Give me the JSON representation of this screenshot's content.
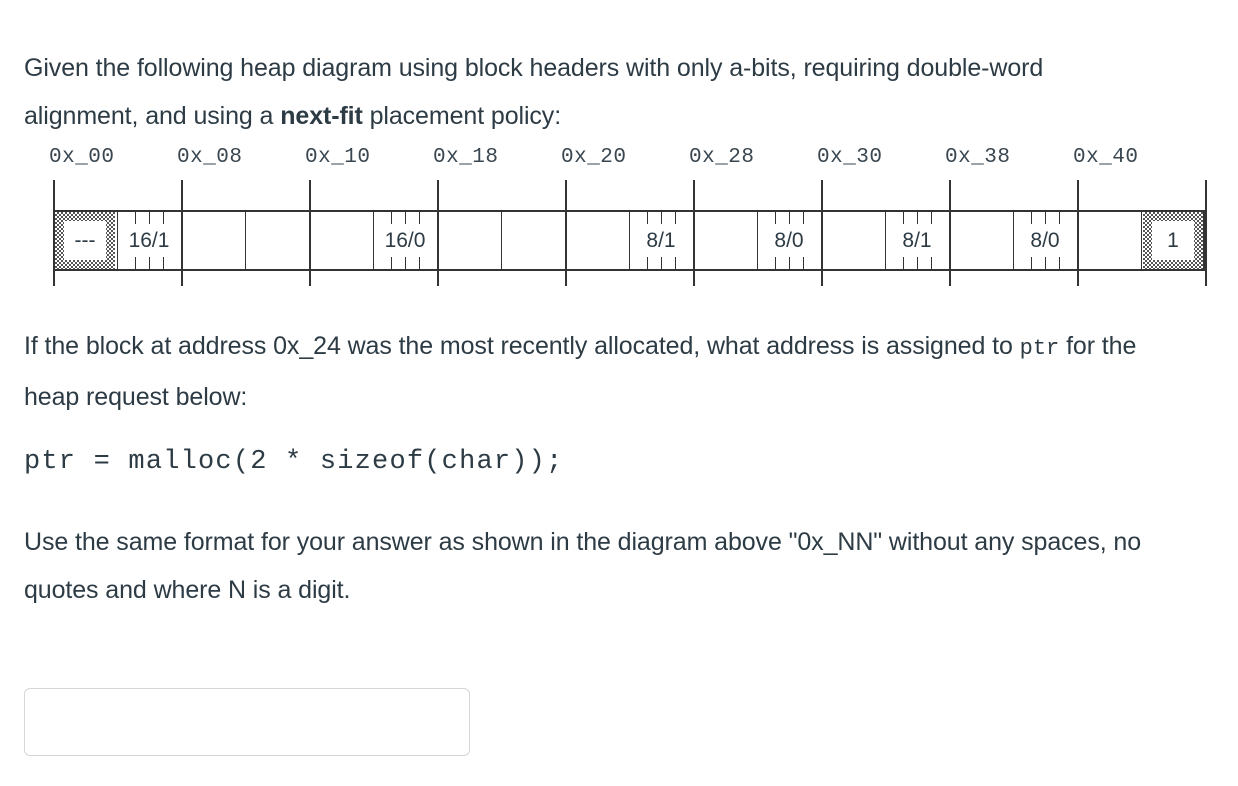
{
  "intro": {
    "line1_a": "Given the following heap diagram using block headers with only a-bits, requiring double-word alignment, and using a ",
    "bold": "next-fit",
    "line1_b": " placement policy:"
  },
  "diagram": {
    "address_labels": [
      "0x_00",
      "0x_08",
      "0x_10",
      "0x_18",
      "0x_20",
      "0x_28",
      "0x_30",
      "0x_38",
      "0x_40"
    ],
    "start_marker": "---",
    "end_marker": "1",
    "blocks": [
      {
        "label": "16/1",
        "size_bytes": 16,
        "alloc": 1
      },
      {
        "label": "16/0",
        "size_bytes": 16,
        "alloc": 0
      },
      {
        "label": "8/1",
        "size_bytes": 8,
        "alloc": 1
      },
      {
        "label": "8/0",
        "size_bytes": 8,
        "alloc": 0
      },
      {
        "label": "8/1",
        "size_bytes": 8,
        "alloc": 1
      },
      {
        "label": "8/0",
        "size_bytes": 8,
        "alloc": 0
      }
    ]
  },
  "question": {
    "part1": "If the block at address 0x_24 was the most recently allocated, what address is assigned to ",
    "mono": "ptr",
    "part2": " for the heap request below:"
  },
  "code": "ptr = malloc(2 * sizeof(char));",
  "format_note": "Use the same format for your answer as shown in the diagram above \"0x_NN\" without any spaces, no quotes and where N is a digit.",
  "answer": {
    "value": "",
    "placeholder": ""
  },
  "colors": {
    "text": "#2d3b45",
    "rule": "#333333",
    "input_border": "#d6d6d6"
  }
}
